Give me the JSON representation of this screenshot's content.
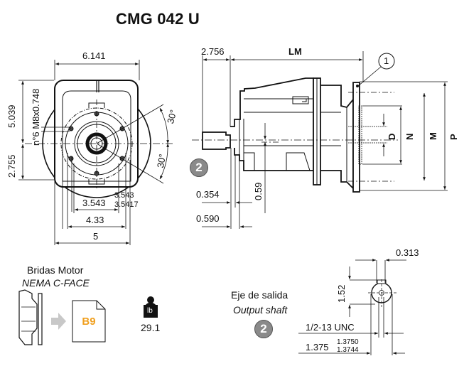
{
  "title": "CMG 042 U",
  "front_view": {
    "dims": {
      "width_top": "6.141",
      "height_upper": "5.039",
      "height_lower": "2.755",
      "holes": "n°6 M8x0.748",
      "angle_upper": "30°",
      "angle_lower": "30°",
      "pilot": "3.543",
      "pilot_tol_upper": "3.543",
      "pilot_tol_lower": "3.5417",
      "bolt_span": "4.33",
      "base_width": "5"
    }
  },
  "side_view": {
    "dims": {
      "shaft_length": "2.756",
      "motor_length": "LM",
      "offset_0_354": "0.354",
      "offset_0_590": "0.590",
      "shaft_offset": "0.59",
      "D": "D",
      "N": "N",
      "M": "M",
      "P": "P"
    },
    "callout_1": "1",
    "badge_2": "2"
  },
  "motor_flange": {
    "title": "Bridas Motor",
    "subtitle": "NEMA C-FACE",
    "doc_code": "B9",
    "doc_color": "#f0a020"
  },
  "weight": {
    "unit": "lb",
    "value": "29.1"
  },
  "output_shaft": {
    "title": "Eje de salida",
    "subtitle": "Output shaft",
    "badge": "2",
    "dims": {
      "key_width": "0.313",
      "key_height": "1.52",
      "thread": "1/2-13 UNC",
      "diameter": "1.375",
      "dia_tol_upper": "1.3750",
      "dia_tol_lower": "1.3744"
    }
  },
  "colors": {
    "line": "#111111",
    "badge_fill": "#8a8a8a",
    "arrow_gray": "#c8c8c8",
    "accent_orange": "#f0a020"
  }
}
